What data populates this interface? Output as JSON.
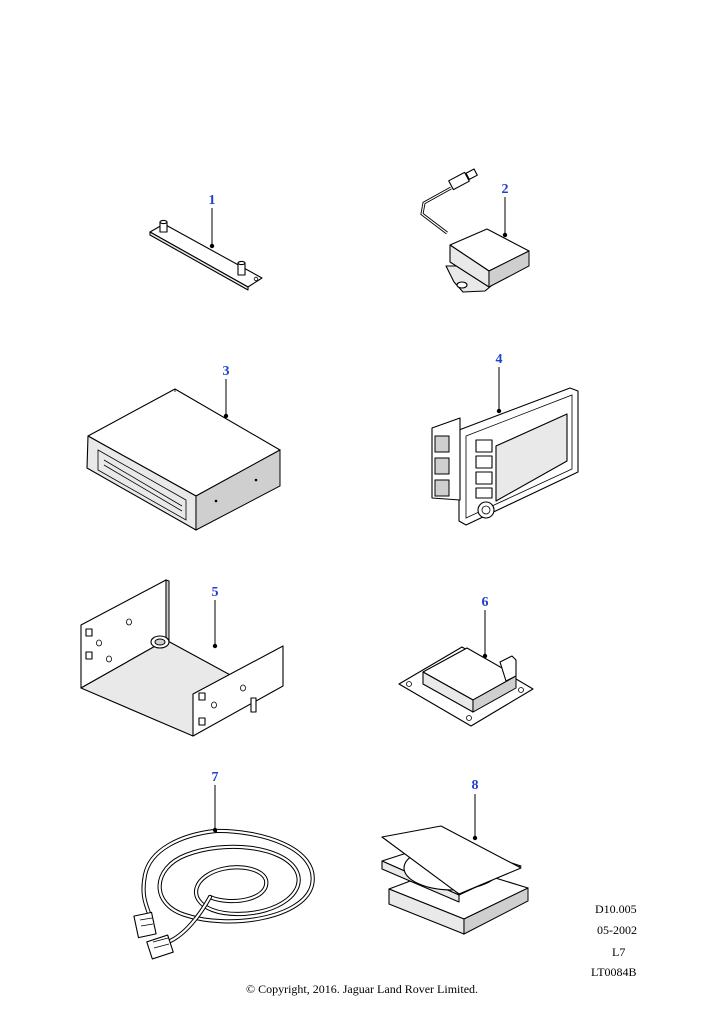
{
  "callouts": [
    {
      "id": "callout-1",
      "label": "1"
    },
    {
      "id": "callout-2",
      "label": "2"
    },
    {
      "id": "callout-3",
      "label": "3"
    },
    {
      "id": "callout-4",
      "label": "4"
    },
    {
      "id": "callout-5",
      "label": "5"
    },
    {
      "id": "callout-6",
      "label": "6"
    },
    {
      "id": "callout-7",
      "label": "7"
    },
    {
      "id": "callout-8",
      "label": "8"
    }
  ],
  "reference": {
    "code": "D10.005",
    "date": "05-2002",
    "level": "L7",
    "illustration_id": "LT0084B"
  },
  "copyright": "© Copyright, 2016. Jaguar Land Rover Limited.",
  "colors": {
    "callout_text": "#1f3fd0",
    "line_art": "#000000",
    "background": "#ffffff"
  }
}
